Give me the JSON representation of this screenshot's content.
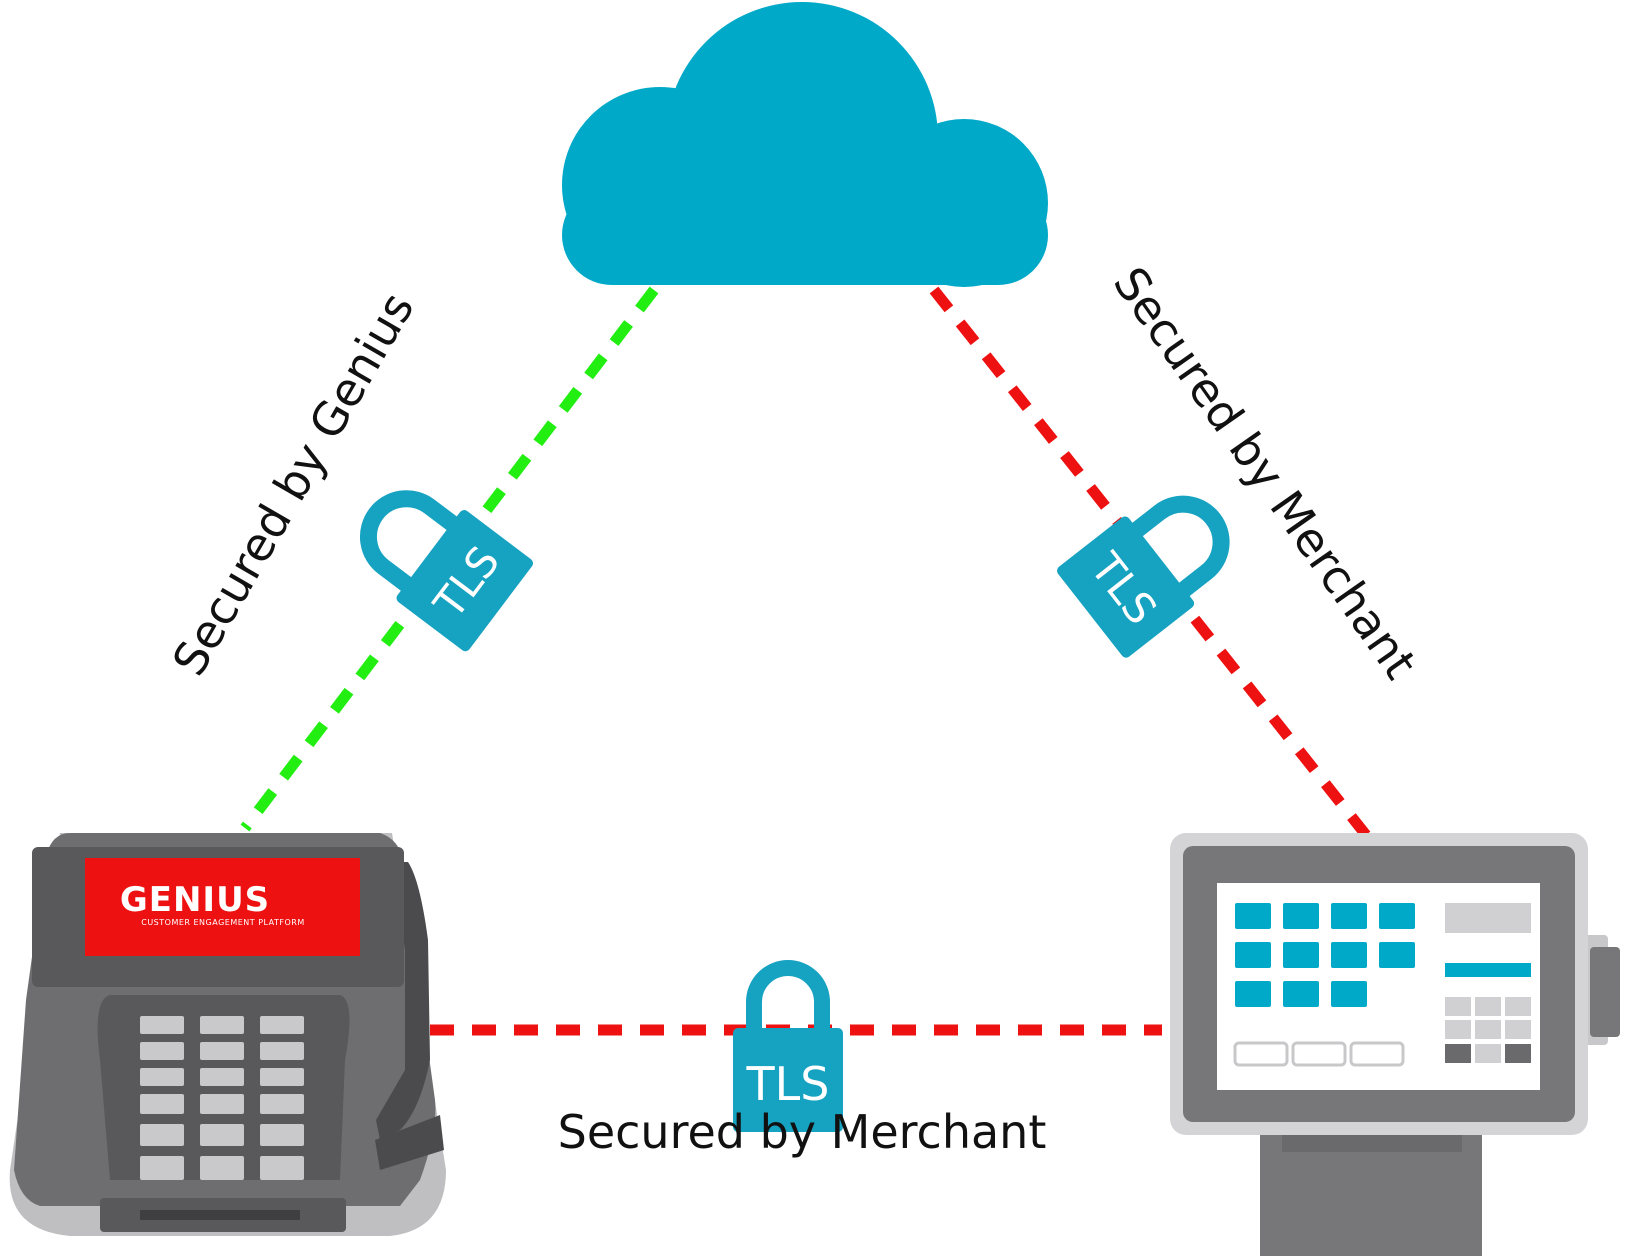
{
  "colors": {
    "cloud": "#00A9C8",
    "lock": "#16A2C1",
    "secured_by_genius_line": "#22EE11",
    "secured_by_merchant_line": "#EE1111",
    "terminal_body": "#6E6E70",
    "terminal_screen": "#EE1111",
    "pos_frame": "#77777A",
    "pos_tile": "#00A9C8"
  },
  "icons": {
    "cloud": "cloud-icon",
    "lock": "padlock-icon",
    "terminal": "payment-terminal-icon",
    "pos": "pos-station-icon"
  },
  "nodes": {
    "terminal_logo": {
      "brand": "GENIUS",
      "tagline": "CUSTOMER ENGAGEMENT PLATFORM"
    }
  },
  "connections": {
    "cloud_to_terminal": {
      "label": "Secured by Genius",
      "lock_text": "TLS"
    },
    "cloud_to_pos": {
      "label": "Secured by Merchant",
      "lock_text": "TLS"
    },
    "terminal_to_pos": {
      "label": "Secured by Merchant",
      "lock_text": "TLS"
    }
  }
}
